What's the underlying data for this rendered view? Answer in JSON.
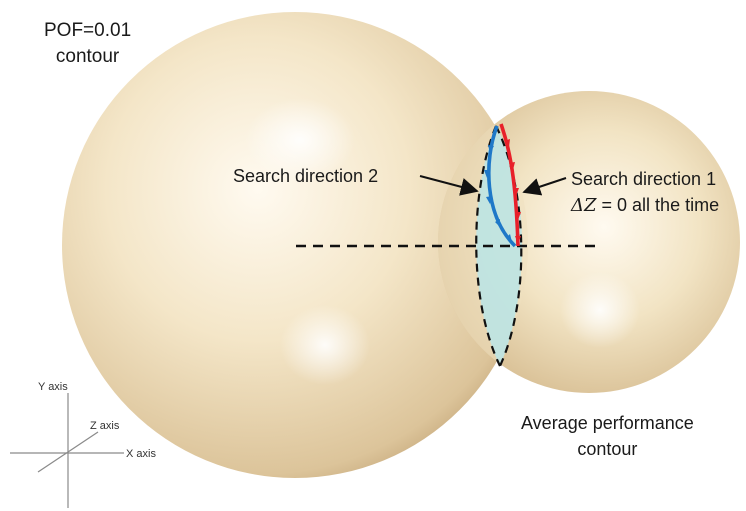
{
  "labels": {
    "pof_line1": "POF=0.01",
    "pof_line2": "contour",
    "search2": "Search direction 2",
    "search1_line1": "Search direction 1",
    "search1_delta": "ΔZ",
    "search1_eq": " = 0 all the time",
    "avg_line1": "Average performance",
    "avg_line2": "contour"
  },
  "axes": {
    "y": "Y axis",
    "z": "Z axis",
    "x": "X axis"
  },
  "colors": {
    "sphere_light": "#fffaf0",
    "sphere_mid": "#f1e3c4",
    "sphere_dark": "#c4a87a",
    "intersection_fill": "#bfe4e2",
    "search_direction_1": "#e8202a",
    "search_direction_2": "#1e78c8",
    "dashed": "#111111"
  }
}
